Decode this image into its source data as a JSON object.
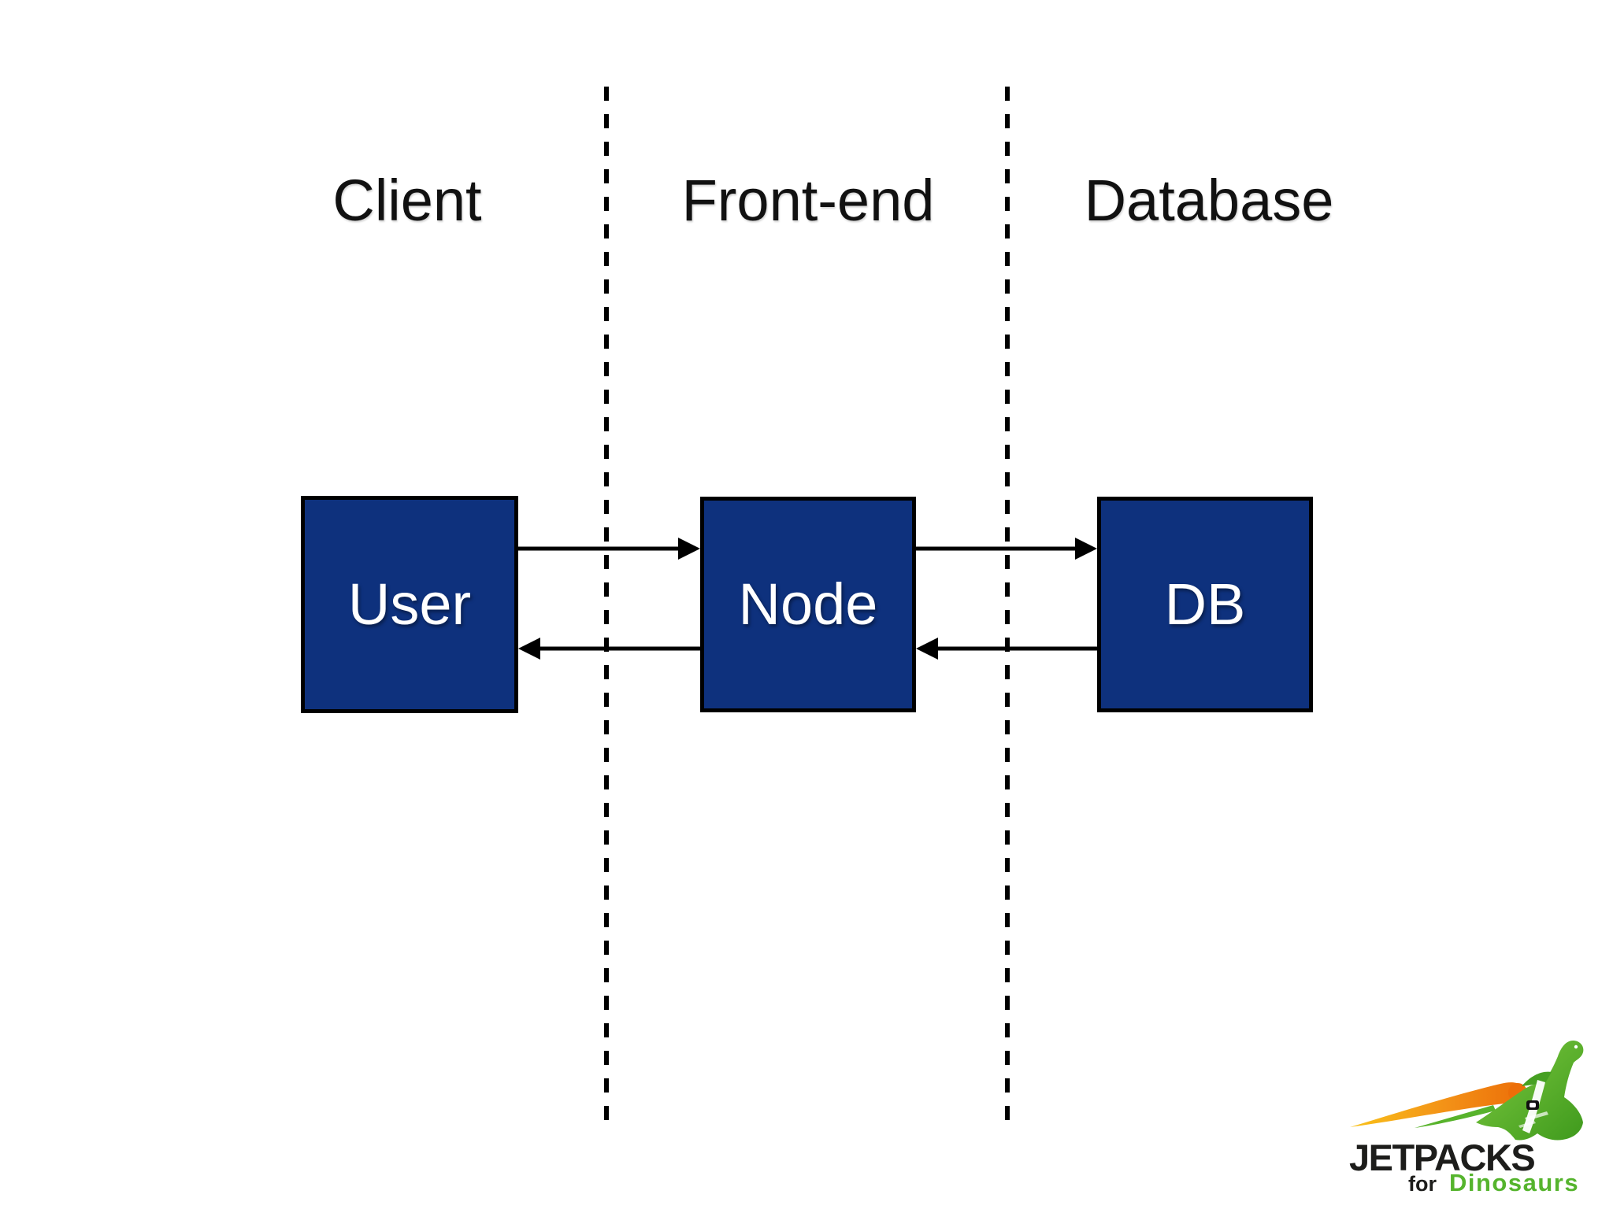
{
  "slide": {
    "columns": [
      {
        "label": "Client"
      },
      {
        "label": "Front-end"
      },
      {
        "label": "Database"
      }
    ],
    "nodes": [
      {
        "label": "User"
      },
      {
        "label": "Node"
      },
      {
        "label": "DB"
      }
    ]
  },
  "logo": {
    "title": "JETPACKS",
    "subtitle_prefix": "for",
    "subtitle_brand": "Dinosaurs"
  },
  "colors": {
    "background": "#ffffff",
    "header_text": "#111111",
    "line_color": "#000000",
    "box_fill": "#0e317d",
    "box_border": "#000000",
    "box_text": "#ffffff",
    "logo_title": "#1d1d1b",
    "logo_green": "#55b42d",
    "logo_orange": "#ec6e08"
  }
}
